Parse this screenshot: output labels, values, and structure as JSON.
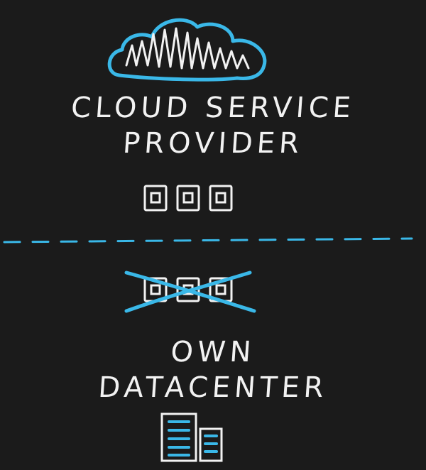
{
  "colors": {
    "background": "#1b1b1b",
    "ink": "#f2f2f2",
    "accent": "#3ab8e8"
  },
  "cloud_provider": {
    "icon": "cloud-icon",
    "label_line1": "CLOUD SERVICE",
    "label_line2": "PROVIDER",
    "servers": {
      "icon": "server-units-icon",
      "count": 3
    }
  },
  "divider": {
    "style": "dashed",
    "icon": "dashed-divider"
  },
  "own_datacenter": {
    "crossed_servers": {
      "icon": "crossed-out-servers-icon",
      "count": 3
    },
    "label_line1": "OWN",
    "label_line2": "DATACENTER",
    "building": "office-building-icon"
  }
}
